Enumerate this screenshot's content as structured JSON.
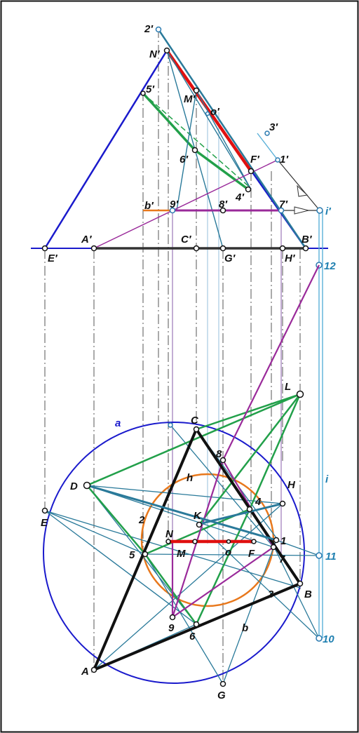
{
  "colors": {
    "black": "#111111",
    "blue": "#1a1acc",
    "teal": "#2a7a9a",
    "lightblue": "#5ab0d8",
    "green": "#22a04a",
    "red": "#e01010",
    "purple": "#9a2a9a",
    "orange": "#e8781c",
    "darkgray": "#333333",
    "gray": "#888888"
  },
  "labels": {
    "two_p": "2′",
    "n_p": "N′",
    "m_p": "M′",
    "five_p": "5′",
    "o_p": "o′",
    "six_p": "6′",
    "f_p": "F′",
    "three_p": "3′",
    "one_p": "1′",
    "four_p": "4′",
    "b_p": "b′",
    "nine_p": "9′",
    "eight_p": "8′",
    "seven_p": "7′",
    "i_p": "i′",
    "a_p": "A′",
    "c_p": "C′",
    "bb_p": "B′",
    "e_p": "E′",
    "g_p": "G′",
    "h_p": "H′",
    "n12": "12",
    "L": "L",
    "a_lc": "a",
    "C": "C",
    "i": "i",
    "D": "D",
    "h": "h",
    "H": "H",
    "E": "E",
    "K": "K",
    "eight": "8",
    "four": "4",
    "two": "2",
    "N": "N",
    "one": "1",
    "n11": "11",
    "five": "5",
    "M": "M",
    "o": "o",
    "F": "F",
    "seven": "7",
    "B": "B",
    "three": "3",
    "nine": "9",
    "six": "6",
    "b": "b",
    "n10": "10",
    "A": "A",
    "G": "G"
  }
}
